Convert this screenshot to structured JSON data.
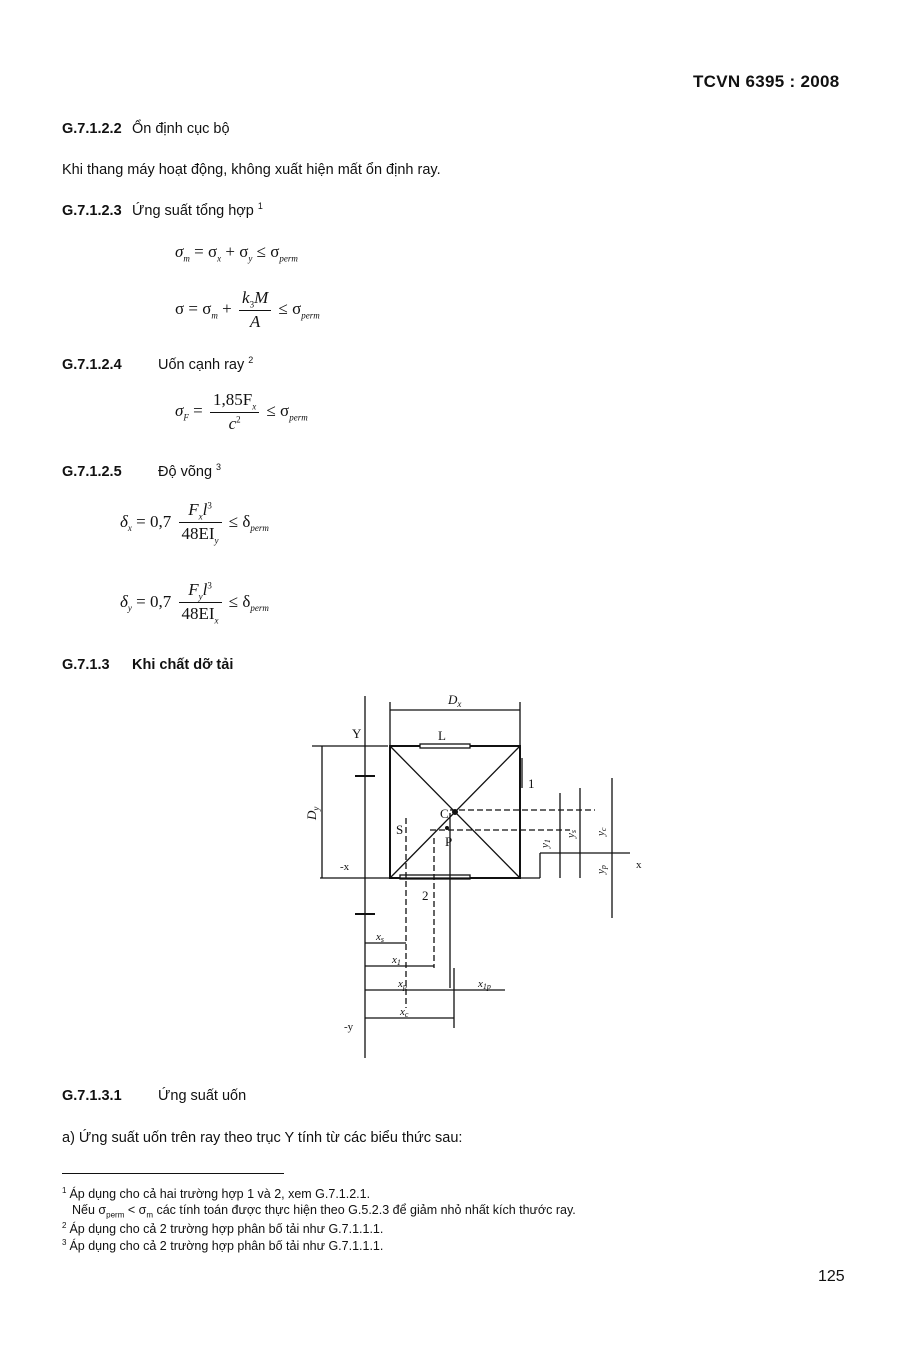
{
  "header": {
    "standard": "TCVN 6395 : 2008"
  },
  "sections": {
    "s_1222": {
      "number": "G.7.1.2.2",
      "title": "Ổn định cục bộ",
      "body": "Khi thang máy hoạt động, không xuất hiện mất ổn định ray."
    },
    "s_1223": {
      "number": "G.7.1.2.3",
      "title": "Ứng suất tổng hợp",
      "ref": "1"
    },
    "s_1224": {
      "number": "G.7.1.2.4",
      "title": "Uốn cạnh ray",
      "ref": "2"
    },
    "s_1225": {
      "number": "G.7.1.2.5",
      "title": "Độ võng",
      "ref": "3"
    },
    "s_13": {
      "number": "G.7.1.3",
      "title": "Khi chất dỡ tải"
    },
    "s_131": {
      "number": "G.7.1.3.1",
      "title": "Ứng suất uốn",
      "item_a": "a)  Ứng suất uốn trên ray theo trục Y tính từ các biểu thức sau:"
    }
  },
  "equations": {
    "eq1": {
      "lhs": "σ",
      "lhs_sub": "m",
      "rhs": "= σ",
      "x": "x",
      "plus": " + σ",
      "y": "y",
      "le": " ≤ σ",
      "perm": "perm"
    },
    "eq2": {
      "lhs": "σ = σ",
      "lhs_sub": "m",
      "plus": "+",
      "num": "k",
      "num_sub": "3",
      "num2": "M",
      "den": "A",
      "le": "≤ σ",
      "perm": "perm"
    },
    "eq3": {
      "lhs": "σ",
      "lhs_sub": "F",
      "eq": "=",
      "num": "1,85F",
      "num_sub": "x",
      "den": "c",
      "den_sup": "2",
      "le": "≤ σ",
      "perm": "perm"
    },
    "eq4": {
      "lhs": "δ",
      "lhs_sub": "x",
      "eq": "= 0,7",
      "num": "F",
      "num_sub": "x",
      "num2": "l",
      "num_sup": "3",
      "den": "48EI",
      "den_sub": "y",
      "le": "≤ δ",
      "perm": "perm"
    },
    "eq5": {
      "lhs": "δ",
      "lhs_sub": "y",
      "eq": "= 0,7",
      "num": "F",
      "num_sub": "y",
      "num2": "l",
      "num_sup": "3",
      "den": "48EI",
      "den_sub": "x",
      "le": "≤ δ",
      "perm": "perm"
    }
  },
  "figure": {
    "labels": {
      "Dx": "D",
      "Dx_sub": "x",
      "Dy": "D",
      "Dy_sub": "y",
      "Y": "Y",
      "L": "L",
      "one": "1",
      "two": "2",
      "C": "C",
      "S": "S",
      "P": "P",
      "x": "x",
      "neg_x": "-x",
      "neg_y": "-y",
      "ys": "y",
      "yc": "y",
      "y1": "y",
      "yp": "y",
      "y1_sub": "1",
      "yc_sub": "c",
      "ys_sub": "s",
      "yp_sub": "p",
      "xs": "x",
      "x1": "x",
      "xp": "x",
      "xc": "x",
      "xs_sub": "s",
      "x1_sub": "1",
      "xp_sub": "p",
      "xc_sub": "c",
      "x1p": "x",
      "x1p_sub": "1p"
    }
  },
  "footnotes": [
    {
      "mark": "1",
      "text": "Áp dụng cho cả hai trường hợp 1 và 2, xem G.7.1.2.1."
    },
    {
      "mark": "",
      "text_pre": "Nếu σ",
      "perm": "perm",
      "text_mid": " < σ",
      "m": "m",
      "text_post": " các tính toán được thực hiện theo G.5.2.3 để giảm nhỏ nhất kích thước ray."
    },
    {
      "mark": "2",
      "text": "Áp dụng cho cả 2 trường hợp phân bố tải như G.7.1.1.1."
    },
    {
      "mark": "3",
      "text": "Áp dụng cho cả 2 trường hợp phân bố tải như G.7.1.1.1."
    }
  ],
  "page_number": "125"
}
